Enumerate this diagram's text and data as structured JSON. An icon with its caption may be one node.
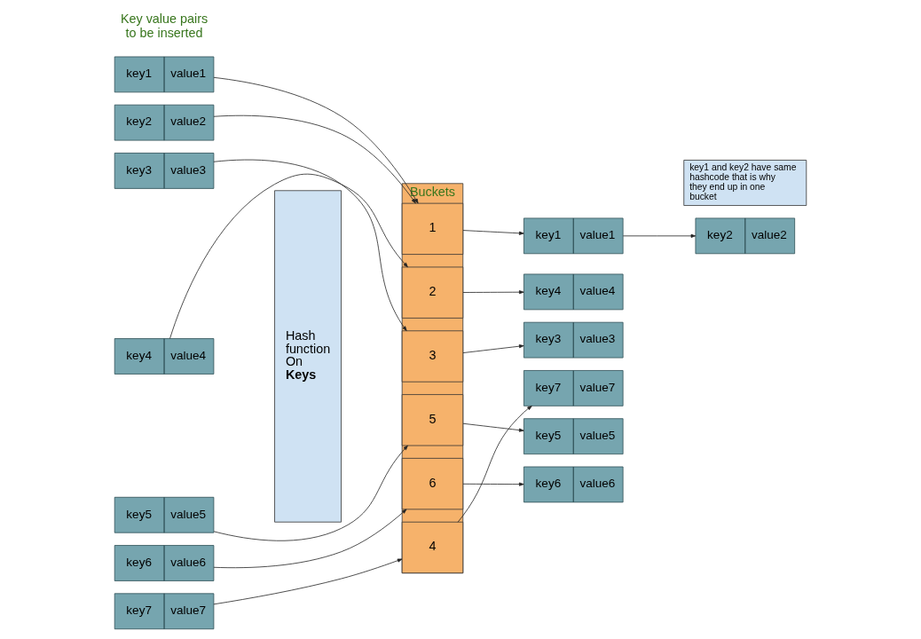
{
  "diagram": {
    "nodes": [
      {
        "text": [
          "key1",
          "value1"
        ]
      },
      {
        "text": [
          "key2",
          "value2"
        ]
      },
      {
        "text": [
          "key3",
          "value3"
        ]
      },
      {
        "text": [
          "key4",
          "value4"
        ]
      },
      {
        "text": [
          "key5",
          "value5"
        ]
      },
      {
        "text": [
          "key6",
          "value6"
        ]
      },
      {
        "text": [
          "key7",
          "value7"
        ]
      },
      {
        "text": [
          "Hash function On **Keys**"
        ]
      },
      {
        "text": [
          "Buckets"
        ]
      },
      {
        "text": [
          "1"
        ],
        "in": 8
      },
      {
        "text": [
          "2"
        ],
        "in": 8
      },
      {
        "text": [
          "3"
        ],
        "in": 8
      },
      {
        "text": [
          "4"
        ],
        "in": 8
      },
      {
        "text": [
          "5"
        ],
        "in": 8
      },
      {
        "text": [
          "6"
        ],
        "in": 8
      },
      {
        "text": [
          "key1",
          "value1"
        ]
      },
      {
        "text": [
          "key2",
          "value2"
        ]
      },
      {
        "text": [
          "key4",
          "value4"
        ]
      },
      {
        "text": [
          "key3",
          "value3"
        ]
      },
      {
        "text": [
          "key7",
          "value7"
        ]
      },
      {
        "text": [
          "key5",
          "value5"
        ]
      },
      {
        "text": [
          "key6",
          "value6"
        ]
      },
      {
        "text": [
          "key1 and key2 have same hashcode that is why they end up in one bucket"
        ]
      }
    ],
    "edges": [
      {
        "from": 0,
        "to": 9,
        "arrow": "to"
      },
      {
        "from": 1,
        "to": 9,
        "arrow": "to"
      },
      {
        "from": 2,
        "to": 11,
        "arrow": "to"
      },
      {
        "from": 3,
        "to": 10,
        "arrow": "to"
      },
      {
        "from": 4,
        "to": 13,
        "arrow": "to"
      },
      {
        "from": 5,
        "to": 14,
        "arrow": "to"
      },
      {
        "from": 6,
        "to": 12,
        "arrow": "to"
      },
      {
        "from": 9,
        "to": 15,
        "arrow": "to"
      },
      {
        "from": 15,
        "to": 16,
        "arrow": "to"
      },
      {
        "from": 10,
        "to": 17,
        "arrow": "to"
      },
      {
        "from": 11,
        "to": 18,
        "arrow": "to"
      },
      {
        "from": 12,
        "to": 19,
        "arrow": "to"
      },
      {
        "from": 13,
        "to": 20,
        "arrow": "to"
      },
      {
        "from": 14,
        "to": 21,
        "arrow": "to"
      }
    ],
    "labels": [
      "Key value pairs to be inserted"
    ]
  }
}
